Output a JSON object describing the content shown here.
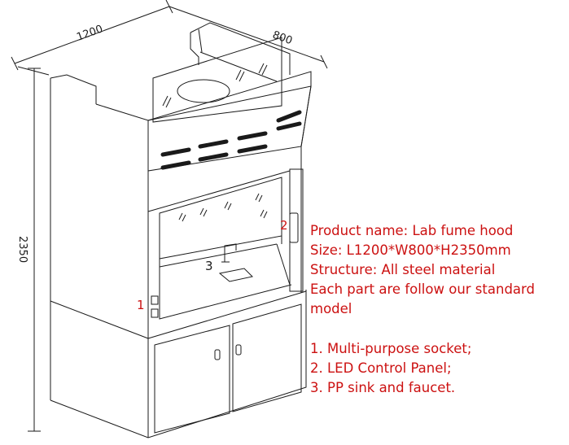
{
  "dimensions": {
    "width": "1200",
    "depth": "800",
    "height": "2350"
  },
  "callouts": [
    "1",
    "2",
    "3"
  ],
  "specs": {
    "lines": [
      "Product name: Lab fume hood",
      "Size: L1200*W800*H2350mm",
      "Structure: All steel material",
      "Each part are follow our standard",
      "model"
    ]
  },
  "features": [
    "1. Multi-purpose socket;",
    "2. LED Control Panel;",
    "3. PP sink and faucet."
  ],
  "colors": {
    "line": "#1a1a1a",
    "callout": "#cc1111",
    "text": "#cc1111"
  }
}
